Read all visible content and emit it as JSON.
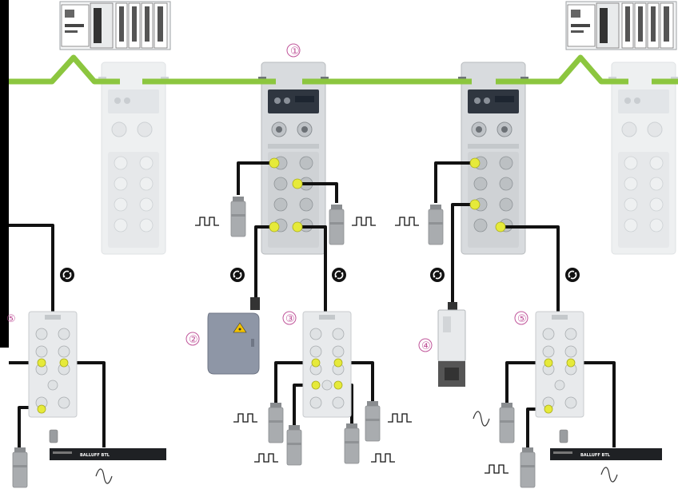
{
  "callouts": {
    "c1": "①",
    "c2": "②",
    "c3": "③",
    "c4": "④",
    "c5_left": "⑤",
    "c5_right": "⑤"
  },
  "strip_labels": {
    "left": "BALLUFF  BTL",
    "right": "BALLUFF  BTL"
  },
  "colors": {
    "bus": "#8cc63f",
    "cable": "#111111",
    "cable_core": "#e8e400",
    "port_active": "#e6ea3a",
    "module": "#d9dcdf",
    "module_dim": "#edf0f1",
    "sensor": "#a7a9ab",
    "callout": "#c0559a"
  },
  "icons": {
    "network_symbol": "wireless-coupling-icon",
    "digital_signal": "square-wave-icon",
    "analog_signal": "sine-wave-icon"
  }
}
